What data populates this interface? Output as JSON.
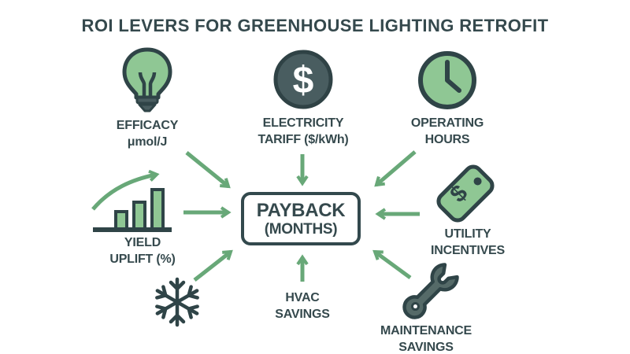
{
  "title": "ROI LEVERS FOR GREENHOUSE LIGHTING RETROFIT",
  "center_node": {
    "line1": "PAYBACK",
    "line2": "(MONTHS)"
  },
  "levers": {
    "efficacy": {
      "line1": "EFFICACY",
      "line2": "μmol/J",
      "icon": "lightbulb-icon"
    },
    "electricity_tariff": {
      "line1": "ELECTRICITY",
      "line2": "TARIFF ($/kWh)",
      "icon": "dollar-circle-icon"
    },
    "operating_hours": {
      "line1": "OPERATING",
      "line2": "HOURS",
      "icon": "clock-icon"
    },
    "yield_uplift": {
      "line1": "YIELD",
      "line2": "UPLIFT (%)",
      "icon": "growth-bar-chart-icon"
    },
    "utility_incentives": {
      "line1": "UTILITY",
      "line2": "INCENTIVES",
      "icon": "price-tag-icon"
    },
    "hvac_savings": {
      "line1": "HVAC",
      "line2": "SAVINGS",
      "icon": "snowflake-icon"
    },
    "maintenance_savings": {
      "line1": "MAINTENANCE",
      "line2": "SAVINGS",
      "icon": "wrench-icon"
    }
  },
  "icon_glyphs": {
    "dollar": "$"
  },
  "colors": {
    "text": "#35494d",
    "outline": "#2f4447",
    "icon_green_fill": "#8fc794",
    "arrow_green": "#68a878",
    "dollar_circle_fill": "#495d60",
    "wrench_fill": "#556a68",
    "background": "#ffffff"
  }
}
